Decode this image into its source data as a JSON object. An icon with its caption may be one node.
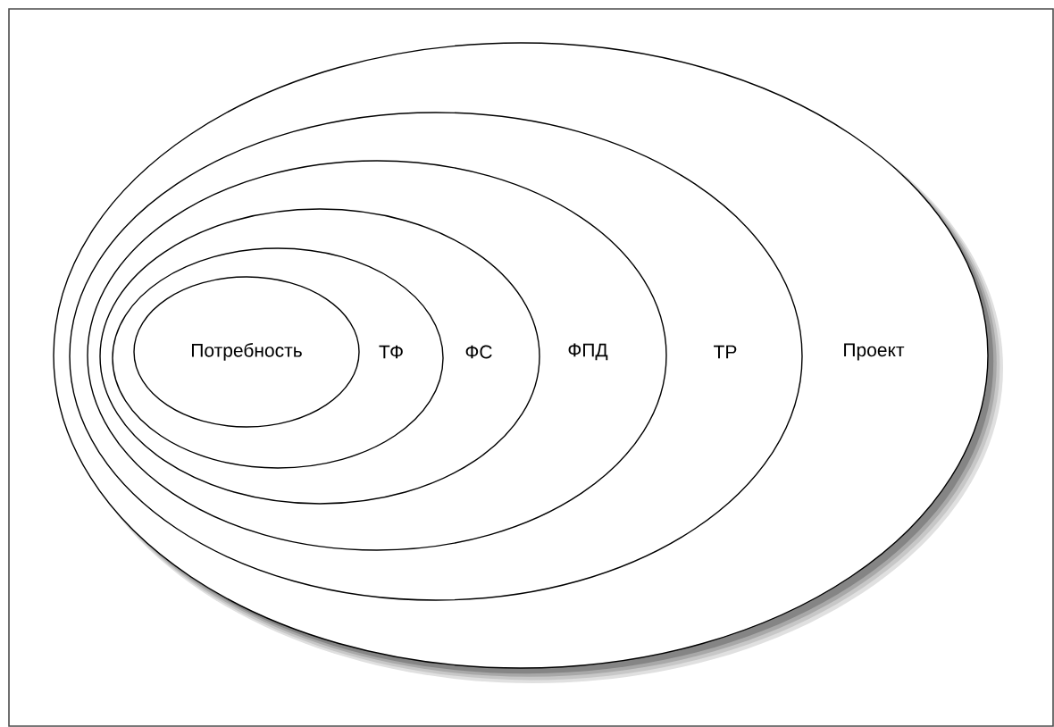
{
  "diagram": {
    "nodes": [
      {
        "text": [
          "Проект"
        ]
      },
      {
        "text": [
          "ТР"
        ],
        "in": 0
      },
      {
        "text": [
          "ФПД"
        ],
        "in": 1
      },
      {
        "text": [
          "ФС"
        ],
        "in": 2
      },
      {
        "text": [
          "ТФ"
        ],
        "in": 3
      },
      {
        "text": [
          "Потребность"
        ],
        "in": 4
      }
    ]
  }
}
